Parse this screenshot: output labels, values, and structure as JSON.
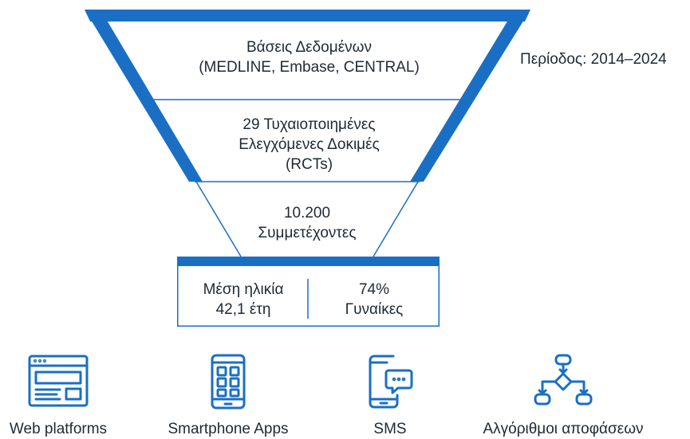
{
  "colors": {
    "accent": "#1a6fc4",
    "text": "#1f2a33"
  },
  "funnel": {
    "level1": {
      "line1": "Βάσεις Δεδομένων",
      "line2": "(MEDLINE, Embase, CENTRAL)"
    },
    "level2": {
      "line1": "29 Τυχαιοποιημένες",
      "line2": "Ελεγχόμενες Δοκιμές",
      "line3": "(RCTs)"
    },
    "level3": {
      "line1": "10.200",
      "line2": "Συμμετέχοντες"
    },
    "stats": {
      "left": {
        "line1": "Μέση ηλικία",
        "line2": "42,1 έτη"
      },
      "right": {
        "line1": "74%",
        "line2": "Γυναίκες"
      }
    }
  },
  "period_note": "Περίοδος: 2014–2024",
  "icons": [
    {
      "name": "web-platform-icon",
      "label": "Web platforms"
    },
    {
      "name": "smartphone-app-icon",
      "label": "Smartphone Apps"
    },
    {
      "name": "sms-icon",
      "label": "SMS"
    },
    {
      "name": "decision-algorithm-icon",
      "label": "Αλγόριθμοι αποφάσεων"
    }
  ]
}
